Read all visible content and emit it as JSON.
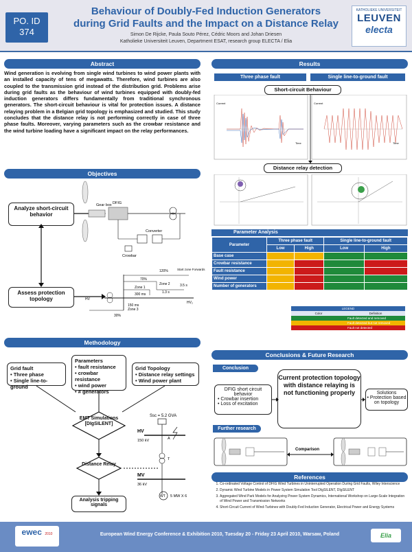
{
  "header": {
    "po_label": "PO. ID",
    "po_number": "374",
    "title_line1": "Behaviour of Doubly-Fed Induction Generators",
    "title_line2": "during Grid Faults and the Impact on a Distance Relay",
    "authors": "Simon De Rijcke, Paula Souto Pérez, Cédric Moors and Johan Driesen",
    "affiliation": "Katholieke Universiteit Leuven, Department ESAT, research group ELECTA / Elia",
    "logo_top": "KATHOLIEKE UNIVERSITEIT",
    "logo_big": "LEUVEN",
    "logo_electa": "electa"
  },
  "abstract": {
    "heading": "Abstract",
    "text": "Wind generation is evolving from single wind turbines to wind power plants with an installed capacity of tens of megawatts. Therefore, wind turbines are also coupled to the transmission grid instead of the distribution grid. Problems arise during grid faults as the behaviour of wind turbines equipped with doubly-fed induction generators differs fundamentally from traditional synchronous generators. The short-circuit behaviour is vital for protection issues. A distance relaying problem in a Belgian grid topology is emphasized and studied. This study concludes that the distance relay is not performing correctly in case of three phase faults. Moreover, varying parameters such as the crowbar resistance and the wind turbine loading have a significant impact on the relay performances."
  },
  "objectives": {
    "heading": "Objectives",
    "box1": "Analyze short-circuit behavior",
    "box2": "Assess protection topology",
    "lbl_gearbox": "Gear box",
    "lbl_dfig": "DFIG",
    "lbl_converter": "Converter",
    "lbl_crowbar": "Crowbar",
    "lbl_120": "120%",
    "lbl_70": "70%",
    "lbl_zone1": "Zone 1",
    "lbl_zone2": "Zone 2",
    "lbl_zone3": "Zone 3",
    "lbl_start": "Start zone Forwards",
    "lbl_35s": "3.5 s",
    "lbl_13s": "1.3 s",
    "lbl_300": "300 ms",
    "lbl_150": "150 ms",
    "lbl_30": "30%",
    "lbl_hv": "HV",
    "lbl_hv2": "HV₂"
  },
  "methodology": {
    "heading": "Methodology",
    "grid_fault_title": "Grid fault",
    "grid_fault_items": [
      "• Three phase",
      "• Single line-to-ground"
    ],
    "params_title": "Parameters",
    "params_items": [
      "• fault resistance",
      "• crowbar resistance",
      "• wind power",
      "• # generators"
    ],
    "topo_title": "Grid Topology",
    "topo_items": [
      "• Distance relay settings",
      "• Wind power plant"
    ],
    "emt": "EMT Simulations [DIgSILENT]",
    "relay": "Distance Relay",
    "analysis": "Analysis tripping signals",
    "ssc": "Ssc = 5.2 GVA",
    "hv": "HV",
    "hv_kv": "150 kV",
    "mv": "MV",
    "mv_kv": "36 kV",
    "wt": "WT",
    "wt_rating": "5 MW X 6",
    "lbl_a": "A",
    "lbl_t": "T"
  },
  "results": {
    "heading": "Results",
    "tab1": "Three phase fault",
    "tab2": "Single line-to-ground fault",
    "sc_title": "Short-circuit Behaviour",
    "dr_title": "Distance relay detection",
    "axis_time": "Time",
    "axis_current": "Current"
  },
  "param_analysis": {
    "heading": "Parameter Analysis",
    "col_param": "Parameter",
    "col_three": "Three phase fault",
    "col_single": "Single line-to-ground fault",
    "col_low": "Low",
    "col_high": "High",
    "rows": [
      {
        "name": "Base case",
        "cells": [
          "#f2b400",
          "#f2b400",
          "#1f8a3a",
          "#1f8a3a"
        ]
      },
      {
        "name": "Crowbar resistance",
        "cells": [
          "#f2b400",
          "#cc1a1a",
          "#1f8a3a",
          "#cc1a1a"
        ]
      },
      {
        "name": "Fault resistance",
        "cells": [
          "#f2b400",
          "#cc1a1a",
          "#1f8a3a",
          "#cc1a1a"
        ]
      },
      {
        "name": "Wind power",
        "cells": [
          "#f2b400",
          "#cc1a1a",
          "#1f8a3a",
          "#1f8a3a"
        ]
      },
      {
        "name": "Number of generators",
        "cells": [
          "#f2b400",
          "#cc1a1a",
          "#1f8a3a",
          "#1f8a3a"
        ]
      }
    ],
    "legend_title": "LEGEND",
    "legend_color": "Color",
    "legend_def": "Definition",
    "legend_items": [
      {
        "color": "#1f8a3a",
        "text": "Fault detected and removed"
      },
      {
        "color": "#f2b400",
        "text": "Fault detected but not removed"
      },
      {
        "color": "#cc1a1a",
        "text": "Fault not detected"
      }
    ]
  },
  "conclusions": {
    "heading": "Conclusions & Future Research",
    "sub1": "Conclusion",
    "dfig_title": "DFIG short circuit behavior",
    "dfig_items": [
      "• Crowbar insertion",
      "• Loss of excitation"
    ],
    "center": "Current protection topology with distance relaying is not functioning properly",
    "solutions_title": "Solutions",
    "solutions_items": [
      "• Protection based on topology"
    ],
    "sub2": "Further research",
    "comparison": "Comparison"
  },
  "references": {
    "heading": "References",
    "items": [
      "Co-ordinated Voltage Control of DFIG Wind Turbines in Uninterrupted Operation During Grid Faults, Wiley Interscience",
      "Dynamic Wind Turbine Models in Power System Simulation Tool DIgSILENT, DIgSILENT",
      "Aggregated Wind Park Models for Analyzing Power System Dynamics, International Workshop on Large-Scale Integration of Wind Power and Transmission Networks",
      "Short-Circuit Current of Wind-Turbines with Doubly-Fed Induction Generator, Electrical Power and Energy Systems"
    ]
  },
  "footer": {
    "text": "European Wind Energy Conference & Exhibition 2010, Tuesday 20 - Friday 23 April 2010, Warsaw, Poland",
    "logo_left": "ewec",
    "logo_left_year": "2010",
    "logo_right": "Elia"
  }
}
